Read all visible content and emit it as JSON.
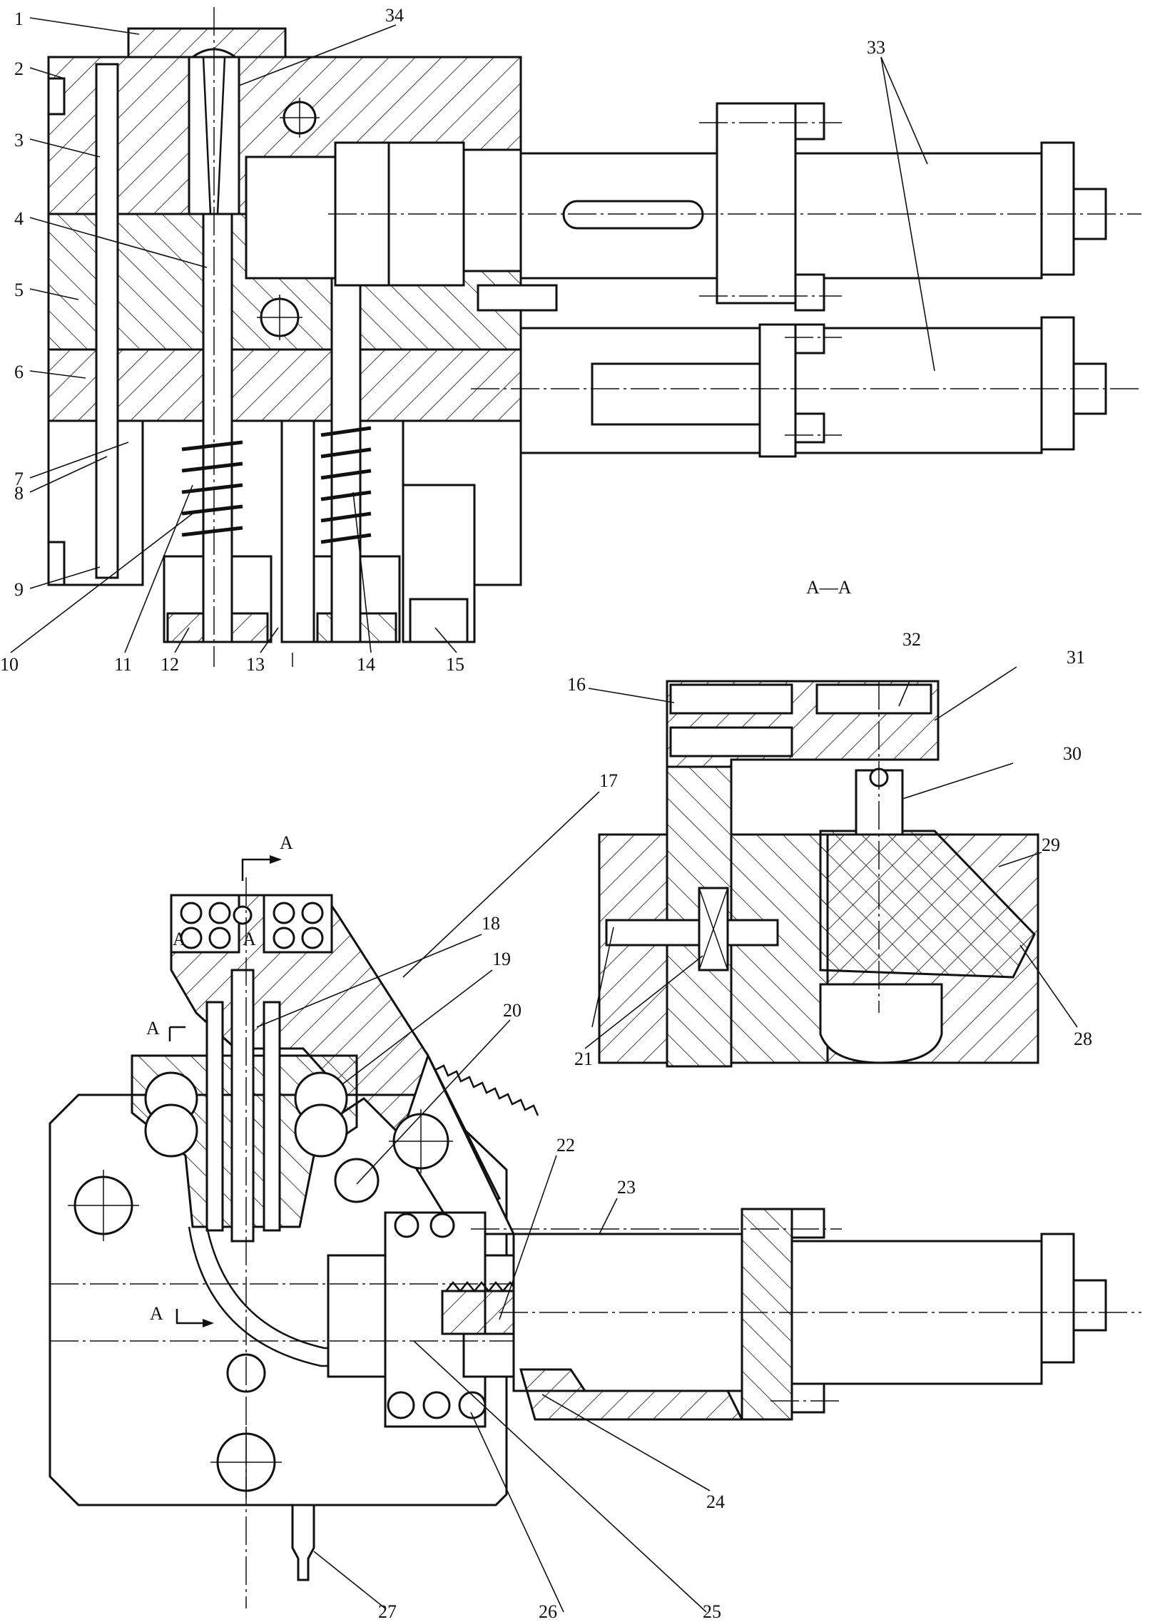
{
  "title": "",
  "section_label": "A—A",
  "cut_marks": {
    "top": "A",
    "left_upper": "A",
    "left_lower": "A",
    "box_a1": "A",
    "box_a2": "A"
  },
  "part_numbers": [
    "1",
    "2",
    "3",
    "4",
    "5",
    "6",
    "7",
    "8",
    "9",
    "10",
    "11",
    "12",
    "13",
    "14",
    "15",
    "16",
    "17",
    "18",
    "19",
    "20",
    "21",
    "22",
    "23",
    "24",
    "25",
    "26",
    "27",
    "28",
    "29",
    "30",
    "31",
    "32",
    "33",
    "34"
  ]
}
